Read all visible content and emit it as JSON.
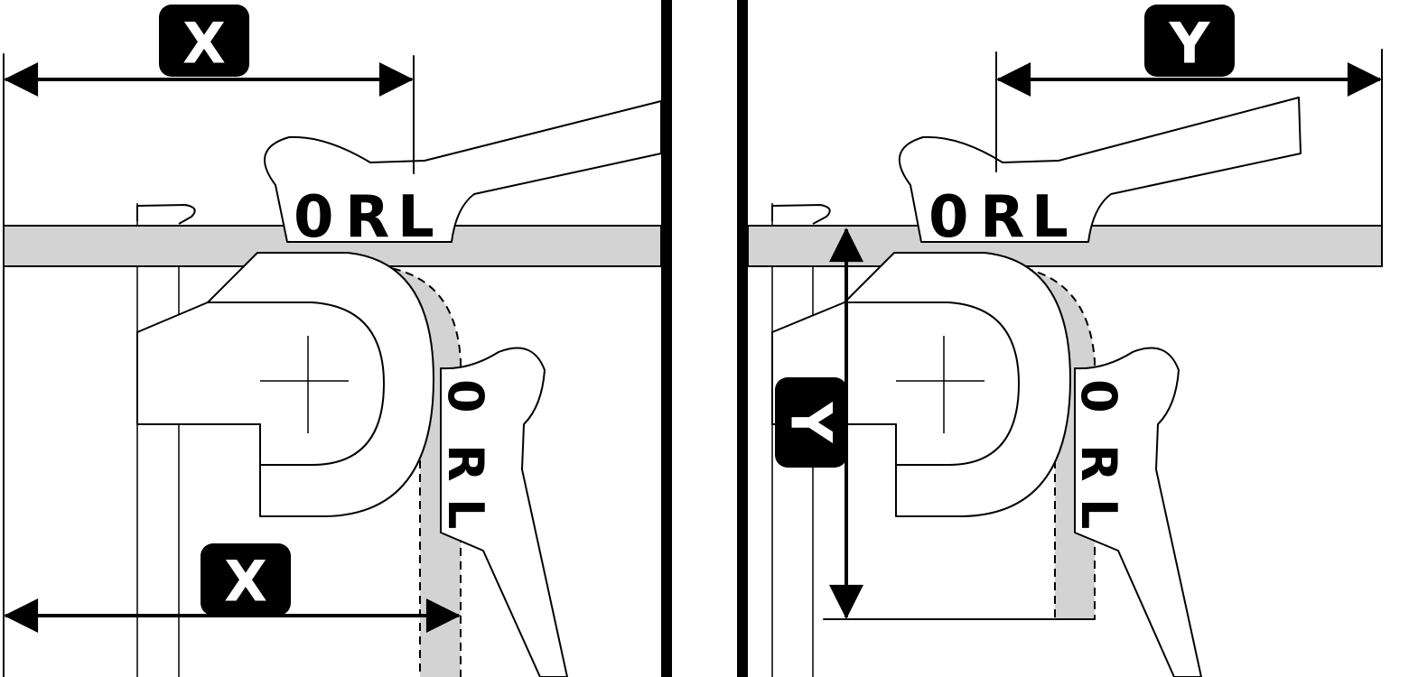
{
  "panels": [
    {
      "id": "left",
      "dimension_letter_top": "X",
      "dimension_letter_bottom": "X",
      "horizontal_hinge_marking": [
        "0",
        "R",
        "L"
      ],
      "vertical_hinge_marking": [
        "0",
        "R",
        "L"
      ]
    },
    {
      "id": "right",
      "dimension_letter_top": "Y",
      "dimension_letter_side": "Y",
      "horizontal_hinge_marking": [
        "0",
        "R",
        "L"
      ],
      "vertical_hinge_marking": [
        "0",
        "R",
        "L"
      ]
    }
  ],
  "colors": {
    "line": "#000000",
    "shading": "#d3d3d3",
    "background": "#ffffff"
  }
}
